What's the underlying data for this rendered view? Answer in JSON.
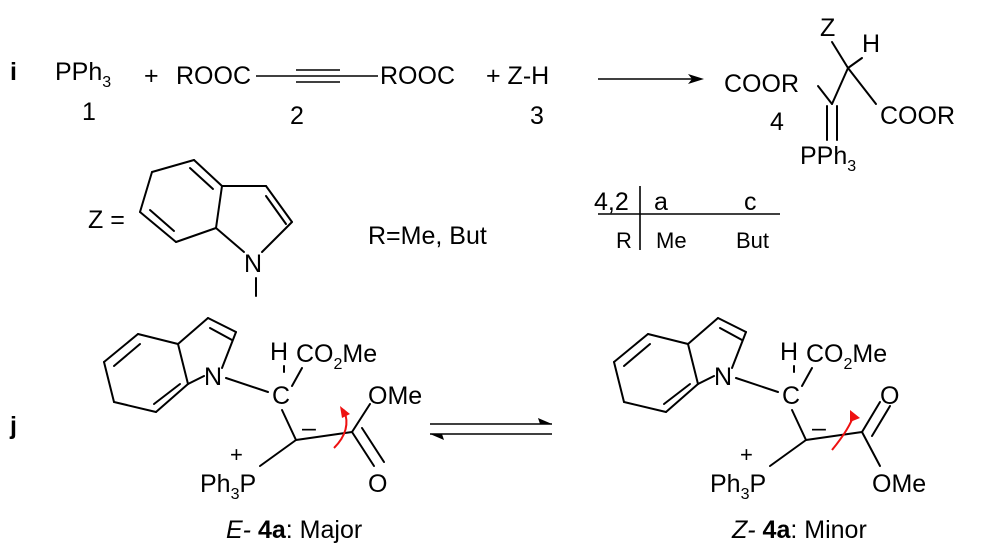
{
  "part_i": {
    "label": "i",
    "pph3": "PPh",
    "pph3_sub": "3",
    "plus1": "+",
    "rooc_left": "ROOC",
    "rooc_right": "ROOC",
    "plus_zh": "+ Z-H",
    "num1": "1",
    "num2": "2",
    "num3": "3",
    "product": {
      "coor_left": "COOR",
      "coor_right": "COOR",
      "z": "Z",
      "h": "H",
      "num": "4",
      "pph3": "PPh",
      "pph3_sub": "3"
    },
    "z_eq": "Z =",
    "n": "N",
    "r_def": "R=Me, But",
    "table": {
      "head": "4,2",
      "col_a": "a",
      "col_c": "c",
      "row_label": "R",
      "val_a": "Me",
      "val_c": "But"
    }
  },
  "part_j": {
    "label": "j",
    "left": {
      "n": "N",
      "h": "H",
      "co2me": "CO",
      "co2me_sub": "2",
      "co2me_tail": "Me",
      "c": "C",
      "ome": "OMe",
      "o": "O",
      "plus": "+",
      "ph3p": "Ph",
      "ph3p_sub": "3",
      "ph3p_tail": "P",
      "minus": "–",
      "caption_italic": "E-",
      "caption_bold": " 4a",
      "caption_rest": ": Major"
    },
    "right": {
      "n": "N",
      "h": "H",
      "co2me": "CO",
      "co2me_sub": "2",
      "co2me_tail": "Me",
      "c": "C",
      "o": "O",
      "ome": "OMe",
      "plus": "+",
      "ph3p": "Ph",
      "ph3p_sub": "3",
      "ph3p_tail": "P",
      "minus": "–",
      "caption_italic": "Z-",
      "caption_bold": " 4a",
      "caption_rest": ": Minor"
    }
  },
  "colors": {
    "ink": "#000000",
    "arrow_accent": "#e11111"
  }
}
